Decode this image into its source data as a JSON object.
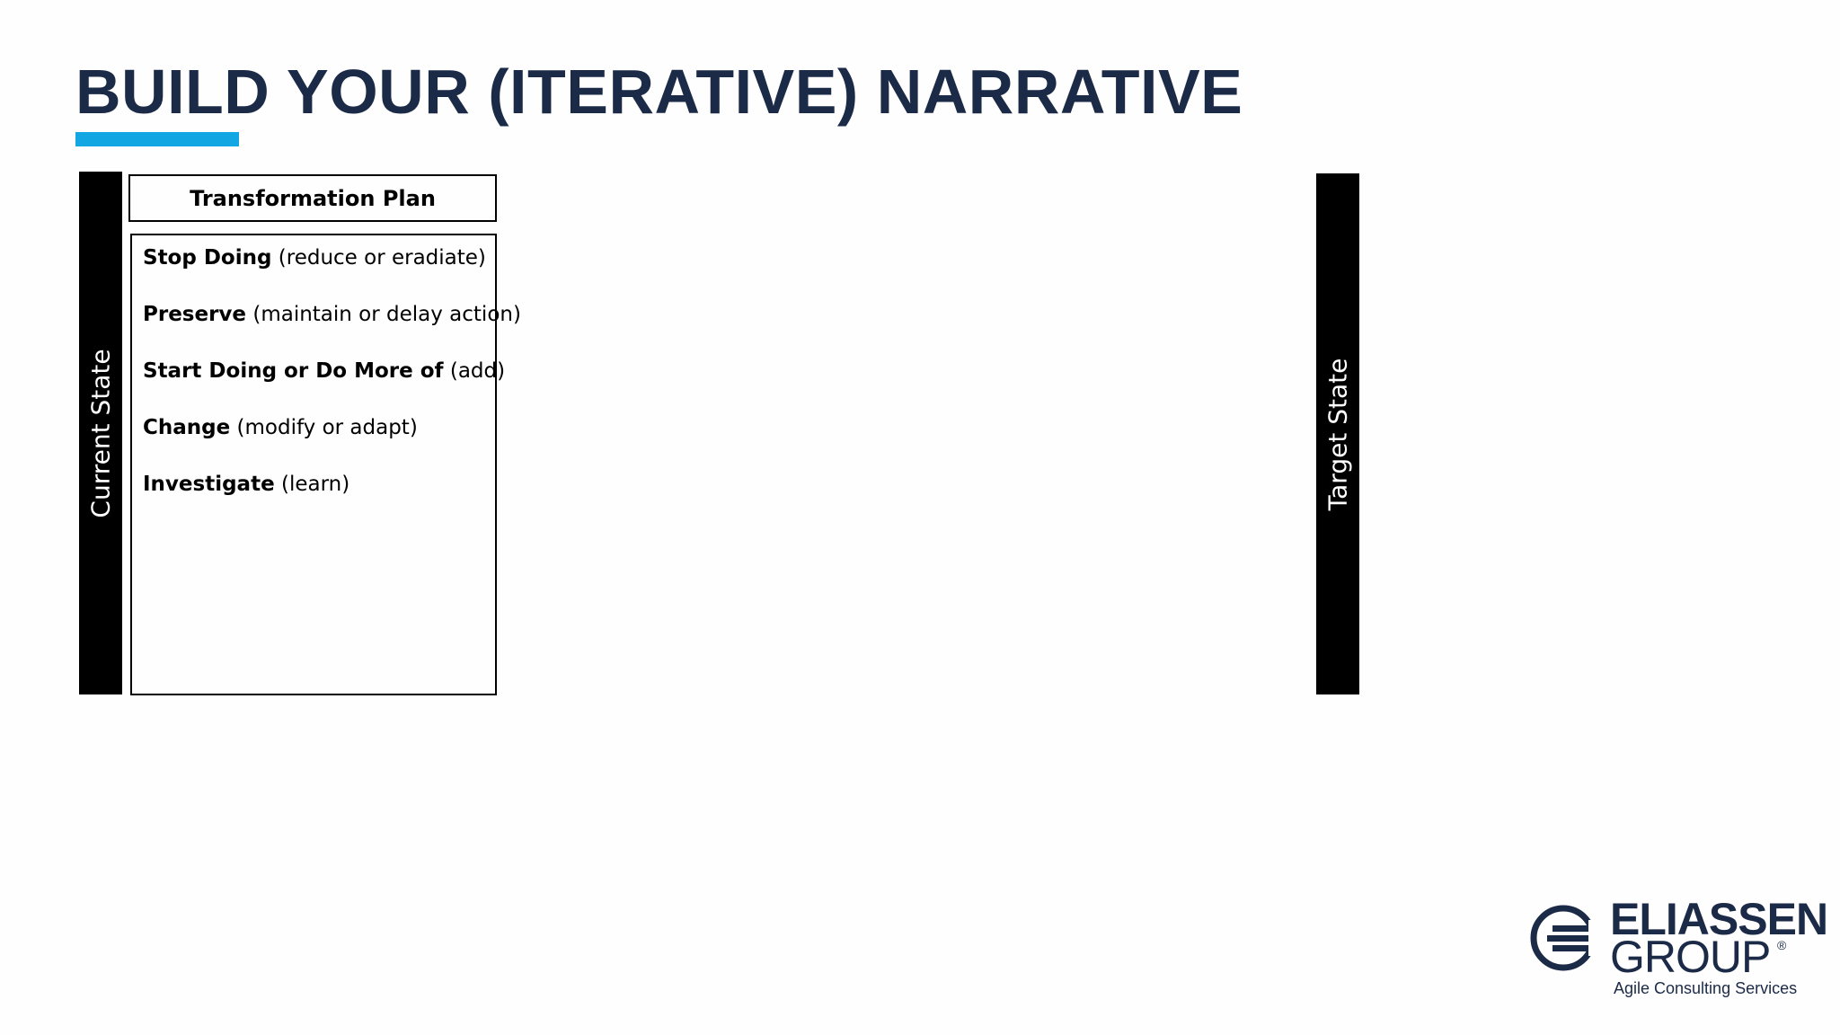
{
  "slide": {
    "title": "BUILD YOUR (ITERATIVE) NARRATIVE",
    "accent_color": "#12a7e3",
    "title_color": "#1b2a47"
  },
  "current_state": {
    "label": "Current State"
  },
  "target_state": {
    "label": "Target State"
  },
  "transformation_plan": {
    "header": "Transformation Plan",
    "items": [
      {
        "bold": "Stop Doing",
        "rest": " (reduce or eradiate)"
      },
      {
        "bold": "Preserve",
        "rest": " (maintain or delay action)"
      },
      {
        "bold": "Start Doing or Do More of",
        "rest": " (add)"
      },
      {
        "bold": "Change",
        "rest": " (modify or adapt)"
      },
      {
        "bold": "Investigate",
        "rest": " (learn)"
      }
    ]
  },
  "logo": {
    "line1": "ELIASSEN",
    "line2": "GROUP",
    "registered": "®",
    "tagline": "Agile Consulting Services",
    "mark_icon": "eliassen-e-mark-icon"
  }
}
